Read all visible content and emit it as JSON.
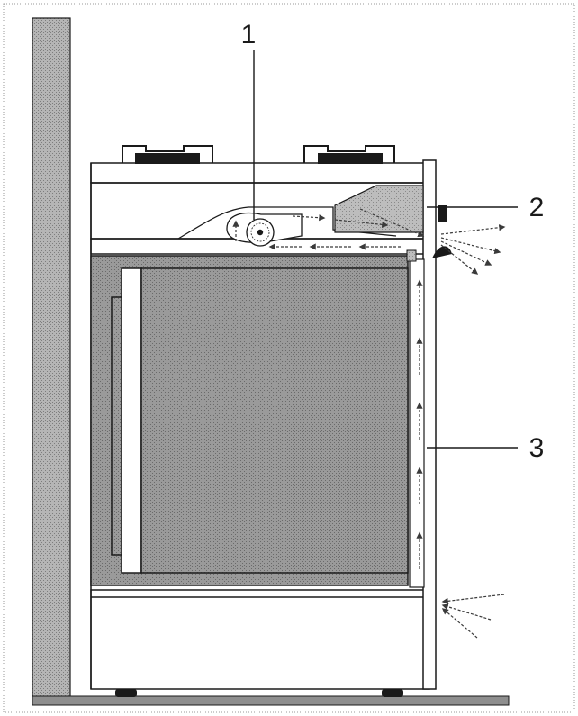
{
  "callouts": [
    {
      "id": "1",
      "label": "1",
      "target": "fan"
    },
    {
      "id": "2",
      "label": "2",
      "target": "control-housing"
    },
    {
      "id": "3",
      "label": "3",
      "target": "side-air-duct"
    }
  ],
  "colors": {
    "wall_fill": "#a7a7a7",
    "floor_fill": "#8e8e8e",
    "oven_door_fill": "#8b8b8b",
    "housing_fill": "#b2b2b2",
    "line": "#1a1a1a",
    "arrow": "#3a3a3a"
  },
  "icons": {
    "fan": "fan-icon",
    "airflow": "arrow-icon"
  }
}
